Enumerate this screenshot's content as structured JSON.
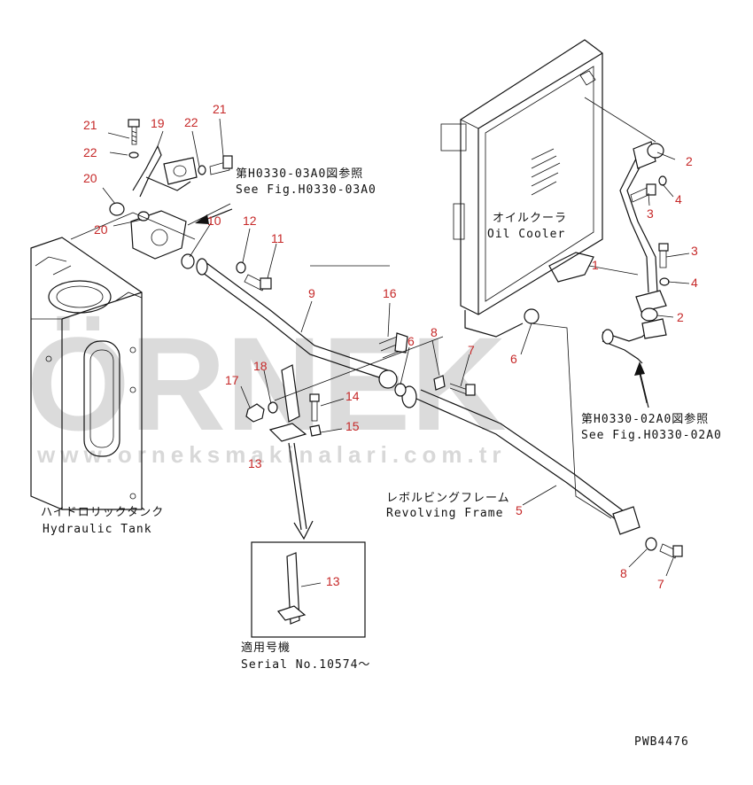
{
  "references": {
    "top": {
      "jp": "第H0330-03A0図参照",
      "en": "See Fig.H0330-03A0"
    },
    "right": {
      "jp": "第H0330-02A0図参照",
      "en": "See Fig.H0330-02A0"
    }
  },
  "labels": {
    "oil_cooler": {
      "jp": "オイルクーラ",
      "en": "Oil Cooler"
    },
    "hydraulic_tank": {
      "jp": "ハイドロリックタンク",
      "en": "Hydraulic Tank"
    },
    "revolving_frame": {
      "jp": "レボルビングフレーム",
      "en": "Revolving Frame"
    }
  },
  "serial_box": {
    "jp": "適用号機",
    "en": "Serial No.10574～"
  },
  "drawing_id": "PWB4476",
  "watermark": {
    "main": "ÖRNEK",
    "sub": "www.orneksmakinalari.com.tr"
  },
  "part_numbers": {
    "n21a": "21",
    "n19": "19",
    "n22a": "22",
    "n21b": "21",
    "n22b": "22",
    "n20a": "20",
    "n20b": "20",
    "n12": "12",
    "n10": "10",
    "n11": "11",
    "n9": "9",
    "n16": "16",
    "n6a": "6",
    "n18": "18",
    "n17": "17",
    "n14": "14",
    "n15": "15",
    "n13a": "13",
    "n8a": "8",
    "n7a": "7",
    "n6b": "6",
    "n1": "1",
    "n2a": "2",
    "n4a": "4",
    "n3a": "3",
    "n3b": "3",
    "n4b": "4",
    "n2b": "2",
    "n5": "5",
    "n8b": "8",
    "n7b": "7",
    "n13b": "13"
  }
}
